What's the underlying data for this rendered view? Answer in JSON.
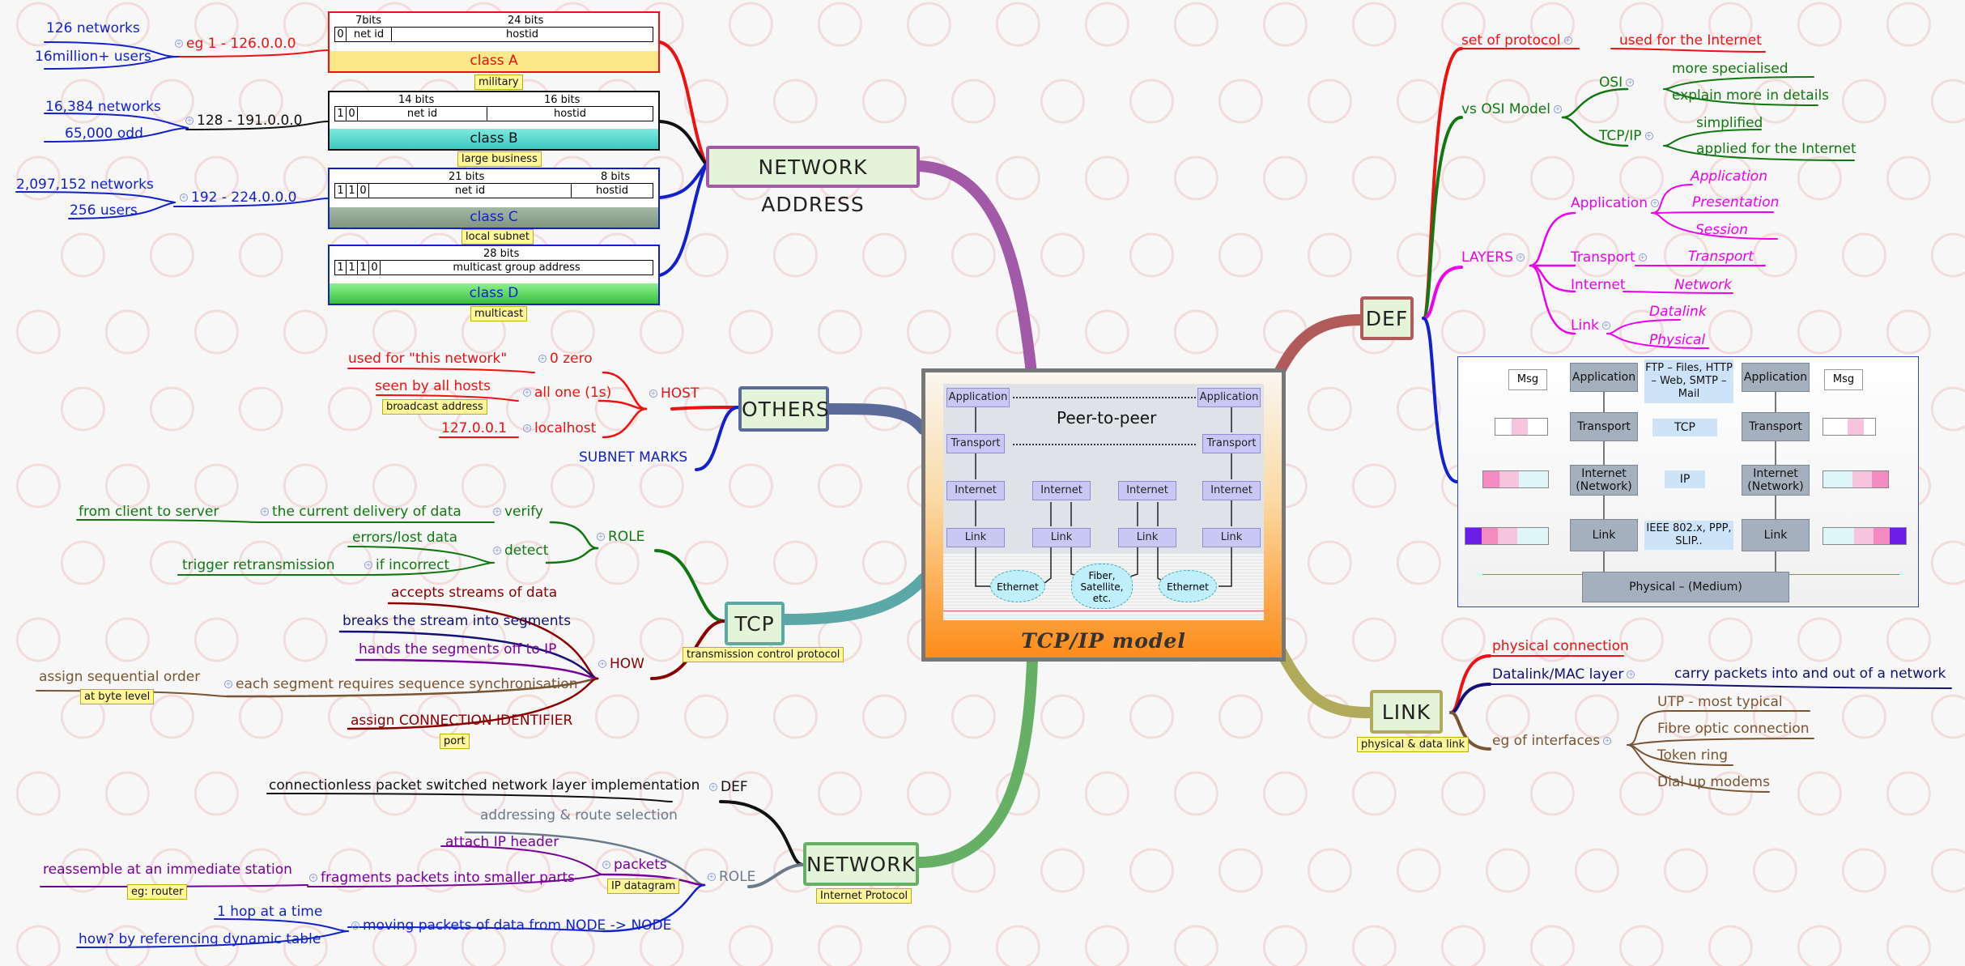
{
  "center": {
    "title": "TCP/IP model",
    "p2p": "Peer-to-peer",
    "application": "Application",
    "transport": "Transport",
    "internet": "Internet",
    "link": "Link",
    "ethernet": "Ethernet",
    "satellite": "Fiber, Satellite, etc."
  },
  "network_address": {
    "title": "NETWORK ADDRESS",
    "classA": {
      "name": "class A",
      "tag": "military",
      "bits_net": "7bits",
      "bits_host": "24 bits",
      "prefix": "0",
      "net": "net id",
      "host": "hostid",
      "range": "eg 1 - 126.0.0.0",
      "n1": "126 networks",
      "n2": "16million+ users"
    },
    "classB": {
      "name": "class B",
      "tag": "large business",
      "bits_net": "14 bits",
      "bits_host": "16 bits",
      "p1": "1",
      "p2": "0",
      "net": "net id",
      "host": "hostid",
      "range": "128 - 191.0.0.0",
      "n1": "16,384 networks",
      "n2": "65,000 odd"
    },
    "classC": {
      "name": "class C",
      "tag": "local subnet",
      "bits_net": "21 bits",
      "bits_host": "8 bits",
      "p1": "1",
      "p2": "1",
      "p3": "0",
      "net": "net id",
      "host": "hostid",
      "range": "192 - 224.0.0.0",
      "n1": "2,097,152 networks",
      "n2": "256 users"
    },
    "classD": {
      "name": "class D",
      "tag": "multicast",
      "bits": "28 bits",
      "p1": "1",
      "p2": "1",
      "p3": "1",
      "p4": "0",
      "addr": "multicast group address"
    }
  },
  "others": {
    "title": "OTHERS",
    "host": "HOST",
    "zero": "0 zero",
    "zero_desc": "used for \"this network\"",
    "allone": "all one (1s)",
    "allone_desc": "seen by all hosts",
    "allone_tag": "broadcast address",
    "localhost": "localhost",
    "localhost_ip": "127.0.0.1",
    "subnet": "SUBNET MARKS"
  },
  "tcp": {
    "title": "TCP",
    "tag": "transmission control protocol",
    "role": "ROLE",
    "verify": "verify",
    "verify_a": "the current delivery of data",
    "verify_b": "from client to server",
    "detect": "detect",
    "errors": "errors/lost data",
    "incorrect": "if incorrect",
    "retrans": "trigger retransmission",
    "how": "HOW",
    "h1": "accepts streams of data",
    "h2": "breaks the stream into segments",
    "h3": "hands the segments off to IP",
    "h4": "each segment requires sequence synchronisation",
    "h4a": "assign sequential order",
    "h4a_tag": "at byte level",
    "h5": "assign CONNECTION IDENTIFIER",
    "h5_tag": "port"
  },
  "network": {
    "title": "NETWORK",
    "tag": "Internet Protocol",
    "def": "DEF",
    "def_text": "connectionless packet switched network layer implementation",
    "role": "ROLE",
    "r1": "addressing & route selection",
    "packets": "packets",
    "packets_tag": "IP datagram",
    "p1": "attach IP header",
    "p2": "fragments packets into smaller parts",
    "p2a": "reassemble at an immediate station",
    "p2a_tag": "eg: router",
    "r3": "moving packets of data from NODE -> NODE",
    "r3a": "1 hop at a time",
    "r3b": "how? by referencing dynamic table"
  },
  "def": {
    "title": "DEF",
    "set": "set of protocol",
    "set_a": "used for the Internet",
    "vsosi": "vs OSI Model",
    "osi": "OSI",
    "osi_a": "more specialised",
    "osi_b": "explain more in details",
    "tcpip": "TCP/IP",
    "tcpip_a": "simplified",
    "tcpip_b": "applied for the Internet",
    "layers": "LAYERS",
    "l_app": "Application",
    "l_app_1": "Application",
    "l_app_2": "Presentation",
    "l_app_3": "Session",
    "l_trans": "Transport",
    "l_trans_1": "Transport",
    "l_int": "Internet",
    "l_int_1": "Network",
    "l_link": "Link",
    "l_link_1": "Datalink",
    "l_link_2": "Physical"
  },
  "stack": {
    "msg": "Msg",
    "application": "Application",
    "protocols": "FTP – Files, HTTP – Web, SMTP – Mail",
    "transport": "Transport",
    "tcp": "TCP",
    "internet": "Internet (Network)",
    "ip": "IP",
    "link": "Link",
    "linkproto": "IEEE 802.x, PPP, SLIP..",
    "physical": "Physical – (Medium)"
  },
  "link": {
    "title": "LINK",
    "tag": "physical & data link",
    "phys": "physical connection",
    "dl": "Datalink/MAC layer",
    "dl_a": "carry packets into and out of a network",
    "eg": "eg of interfaces",
    "e1": "UTP - most typical",
    "e2": "Fibre optic connection",
    "e3": "Token ring",
    "e4": "Dial up modems"
  },
  "colors": {
    "red": "#ee1111",
    "blue": "#1122cc",
    "green": "#117711",
    "magenta": "#ee00ee",
    "maroon": "#880000",
    "purple": "#770099",
    "brown": "#775533",
    "olive": "#9c9c4a",
    "teal": "#5aa8a8",
    "slate": "#5a6a9a",
    "hub_purple": "#a25aa8"
  }
}
